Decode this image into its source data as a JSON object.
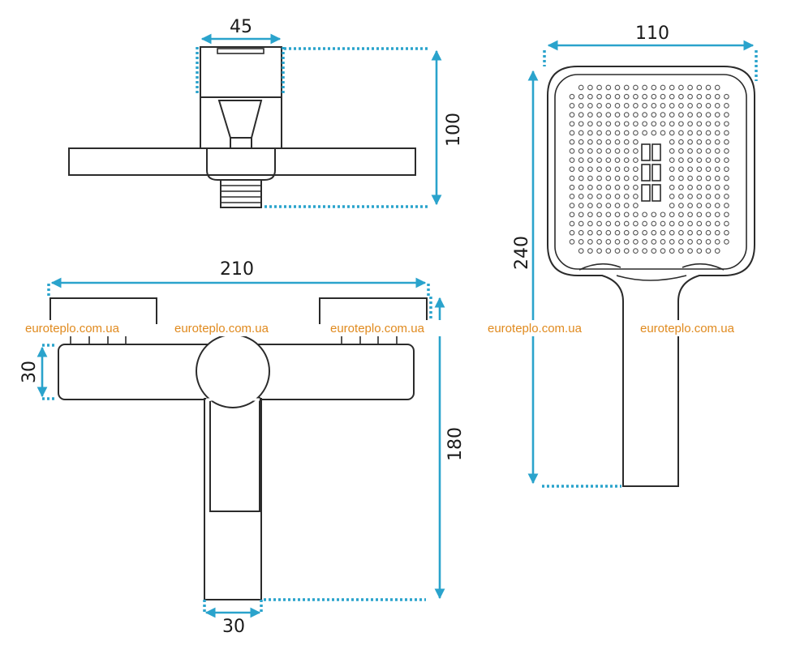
{
  "dimensions": {
    "top_view_width": "45",
    "top_view_height": "100",
    "mixer_width": "210",
    "mixer_body_height": "30",
    "mixer_total_height": "180",
    "mixer_spout_width": "30",
    "shower_width": "110",
    "shower_height": "240"
  },
  "watermarks": [
    "euroteplo.com.ua",
    "euroteplo.com.ua",
    "euroteplo.com.ua",
    "euroteplo.com.ua",
    "euroteplo.com.ua"
  ],
  "colors": {
    "dimension": "#2aa3cc",
    "outline": "#2b2b2b",
    "watermark": "#e08a1e"
  }
}
